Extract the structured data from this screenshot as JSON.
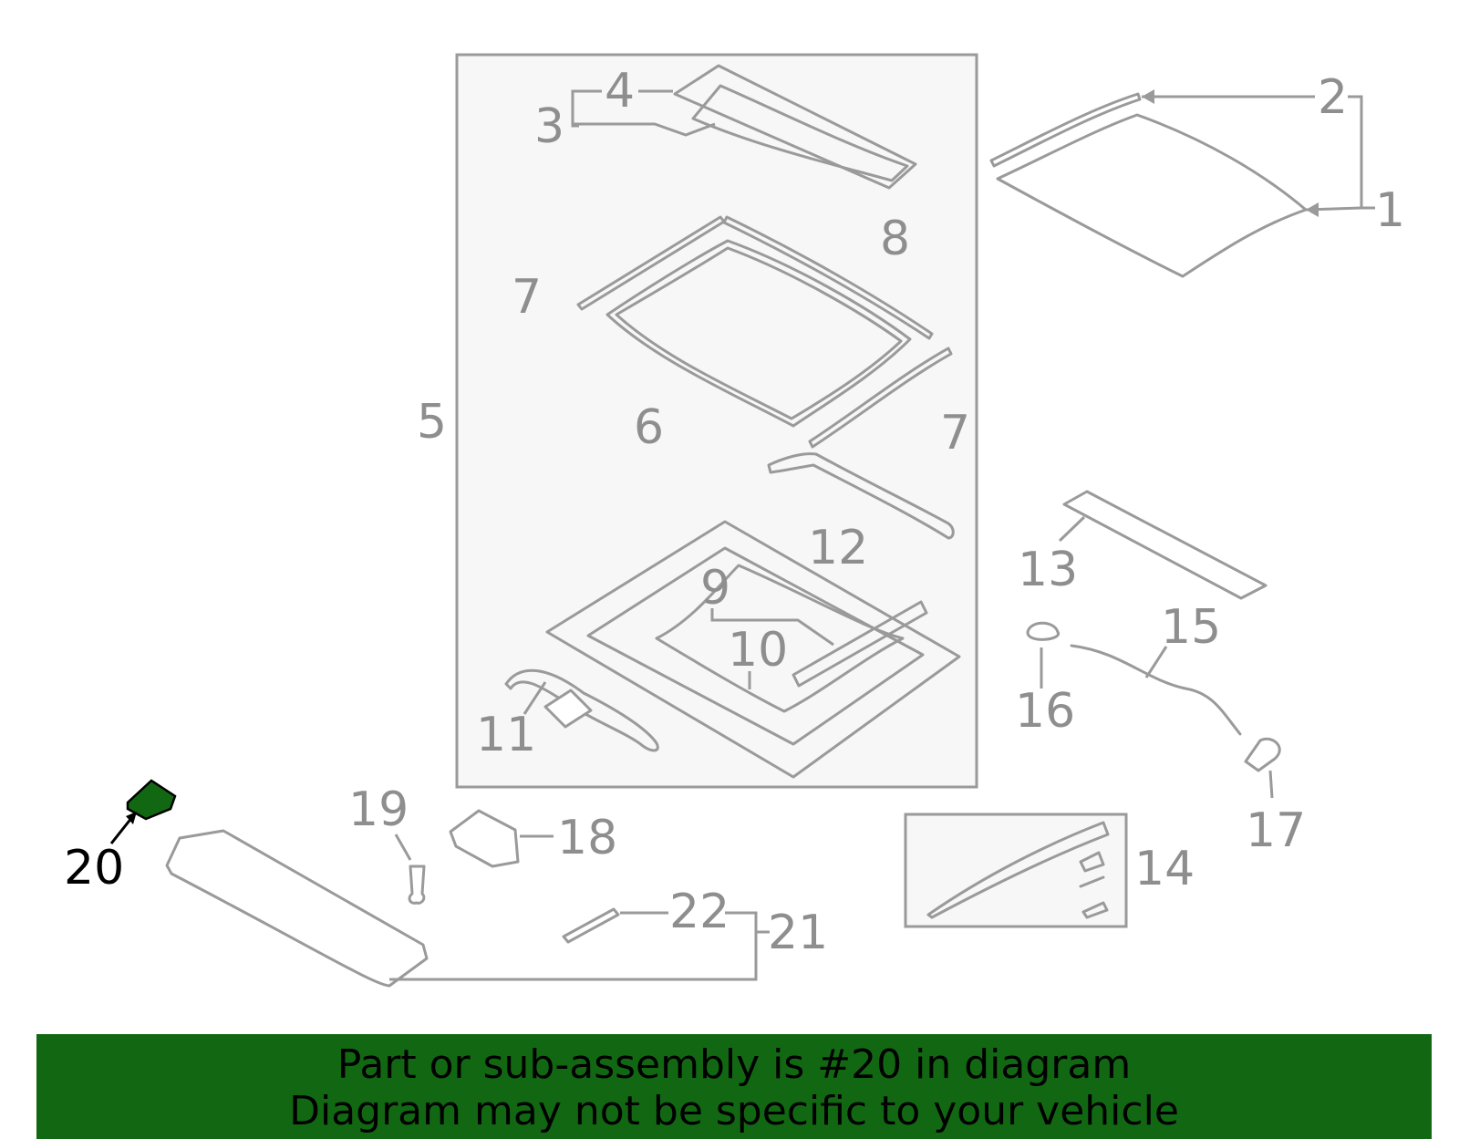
{
  "diagram": {
    "highlight_color": "#126812",
    "line_color": "#9a9a9a",
    "callouts": [
      {
        "id": "1",
        "label": "1"
      },
      {
        "id": "2",
        "label": "2"
      },
      {
        "id": "3",
        "label": "3"
      },
      {
        "id": "4",
        "label": "4"
      },
      {
        "id": "5",
        "label": "5"
      },
      {
        "id": "6",
        "label": "6"
      },
      {
        "id": "7a",
        "label": "7"
      },
      {
        "id": "7b",
        "label": "7"
      },
      {
        "id": "8",
        "label": "8"
      },
      {
        "id": "9",
        "label": "9"
      },
      {
        "id": "10",
        "label": "10"
      },
      {
        "id": "11",
        "label": "11"
      },
      {
        "id": "12",
        "label": "12"
      },
      {
        "id": "13",
        "label": "13"
      },
      {
        "id": "14",
        "label": "14"
      },
      {
        "id": "15",
        "label": "15"
      },
      {
        "id": "16",
        "label": "16"
      },
      {
        "id": "17",
        "label": "17"
      },
      {
        "id": "18",
        "label": "18"
      },
      {
        "id": "19",
        "label": "19"
      },
      {
        "id": "20",
        "label": "20",
        "highlighted": true
      },
      {
        "id": "21",
        "label": "21"
      },
      {
        "id": "22",
        "label": "22"
      }
    ]
  },
  "banner": {
    "line1": "Part or sub-assembly is #20 in diagram",
    "line2": "Diagram may not be specific to your vehicle",
    "background": "#126812"
  }
}
